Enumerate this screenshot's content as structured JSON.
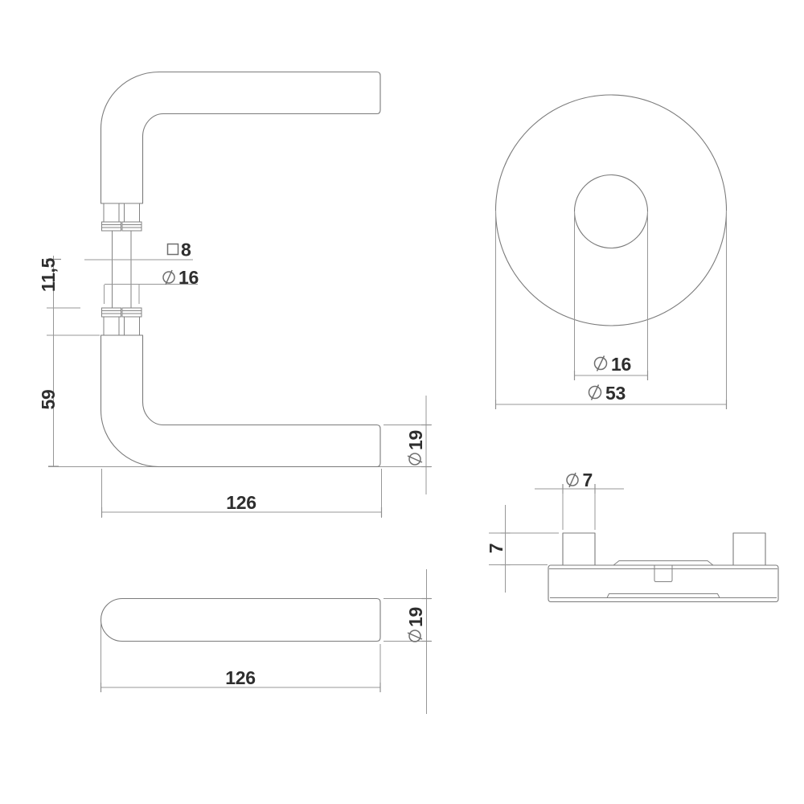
{
  "drawing": {
    "background_color": "#ffffff",
    "outline_color": "#7b7b7b",
    "dimension_line_color": "#979797",
    "text_color": "#2e2e2e",
    "views": {
      "lever_side": {
        "dims": {
          "spindle_square": "8",
          "neck_diameter": "16",
          "stem_exposed_height": "11,5",
          "lever_height": "59",
          "lever_length": "126",
          "grip_diameter": "19"
        }
      },
      "rosette_front": {
        "dims": {
          "bore_diameter": "16",
          "rosette_diameter": "53"
        }
      },
      "lever_top": {
        "dims": {
          "lever_length": "126",
          "grip_diameter": "19"
        }
      },
      "rosette_side": {
        "dims": {
          "peg_diameter": "7",
          "peg_height": "7"
        }
      }
    }
  }
}
